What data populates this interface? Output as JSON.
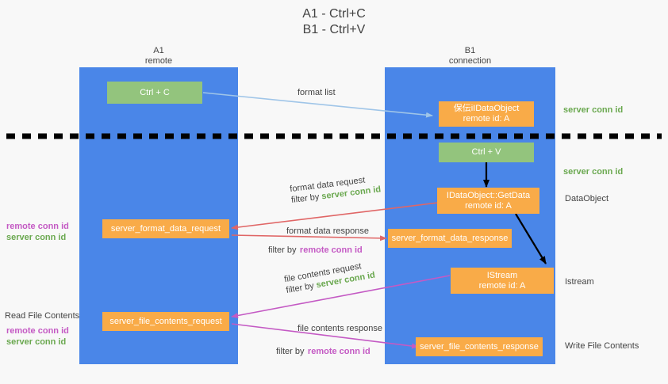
{
  "title": {
    "line1": "A1 - Ctrl+C",
    "line2": "B1 - Ctrl+V"
  },
  "lanes": [
    {
      "name": "A1",
      "sub": "remote"
    },
    {
      "name": "B1",
      "sub": "connection"
    }
  ],
  "boxes": {
    "ctrl_c": "Ctrl + C",
    "ctrl_v": "Ctrl + V",
    "idataobject_line1": "保伝iIDataObject",
    "idataobject_line2": "remote id: A",
    "getdata_line1": "IDataObject::GetData",
    "getdata_line2": "remote id: A",
    "istream_line1": "IStream",
    "istream_line2": "remote id: A",
    "server_format_data_request": "server_format_data_request",
    "server_format_data_response": "server_format_data_response",
    "server_file_contents_request": "server_file_contents_request",
    "server_file_contents_response": "server_file_contents_response"
  },
  "annotations": {
    "format_list": "format list",
    "format_data_request": "format data request",
    "format_data_response": "format data response",
    "file_contents_request": "file contents request",
    "file_contents_response": "file contents response",
    "filter_by": "filter by",
    "server_conn_id": "server conn id",
    "remote_conn_id": "remote conn id"
  },
  "side_labels": {
    "left_remote_conn_id": "remote conn id",
    "left_server_conn_id": "server conn id",
    "read_file_contents": "Read File Contents",
    "left_remote_conn_id_2": "remote conn id",
    "left_server_conn_id_2": "server conn id",
    "right_server_conn_id_1": "server conn id",
    "right_server_conn_id_2": "server conn id",
    "data_object": "DataObject",
    "istream": "Istream",
    "write_file_contents": "Write File Contents"
  },
  "colors": {
    "lane": "#4a86e8",
    "green_box": "#93c47d",
    "orange_box": "#f9ab48",
    "arrow_format_list": "#9fc5e8",
    "arrow_format_data": "#e06666",
    "arrow_file_contents": "#c45ac4",
    "arrow_internal": "#000000",
    "conn_id_green": "#6aa84f",
    "conn_id_magenta": "#c45ac4",
    "background": "#f8f8f8"
  }
}
